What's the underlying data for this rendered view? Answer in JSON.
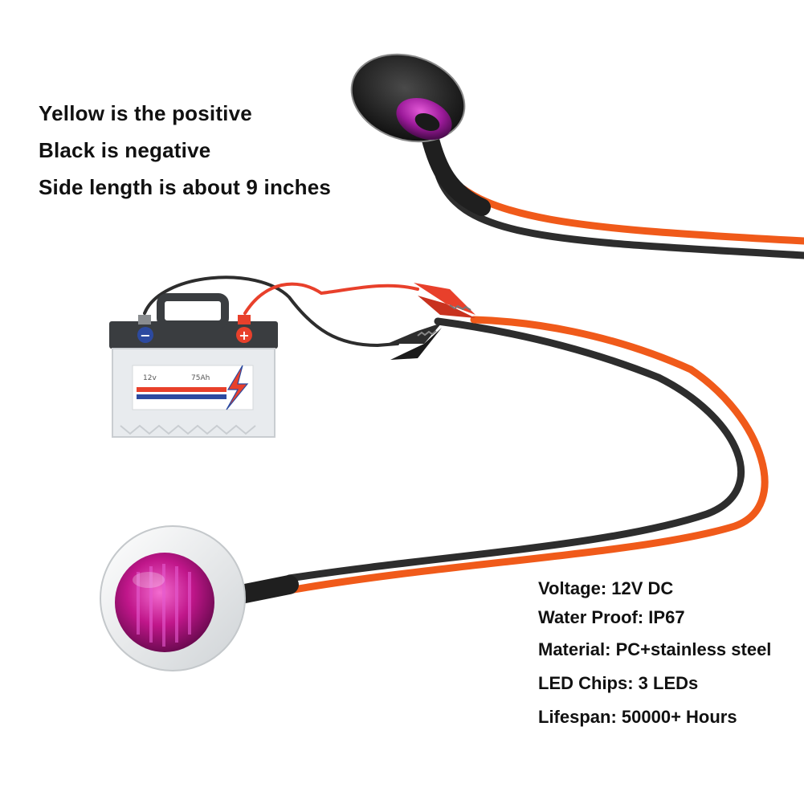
{
  "notes": {
    "line1": "Yellow is the positive",
    "line2": "Black is negative",
    "line3": "Side length is about 9 inches"
  },
  "specs": {
    "voltage": "Voltage: 12V DC",
    "water_proof": "Water Proof: IP67",
    "material": "Material: PC+stainless steel",
    "led_chips": "LED Chips: 3 LEDs",
    "lifespan": "Lifespan: 50000+ Hours"
  },
  "battery": {
    "voltage_label": "12v",
    "capacity_label": "75Ah",
    "negative_symbol": "−",
    "positive_symbol": "+"
  },
  "colors": {
    "wire_positive": "#f05a1a",
    "wire_negative": "#2d2d2d",
    "lens": "#c0168a",
    "battery_body": "#e8ebee",
    "battery_top": "#3a3d40",
    "accent_red": "#e8402b",
    "accent_blue": "#2c4aa0"
  }
}
